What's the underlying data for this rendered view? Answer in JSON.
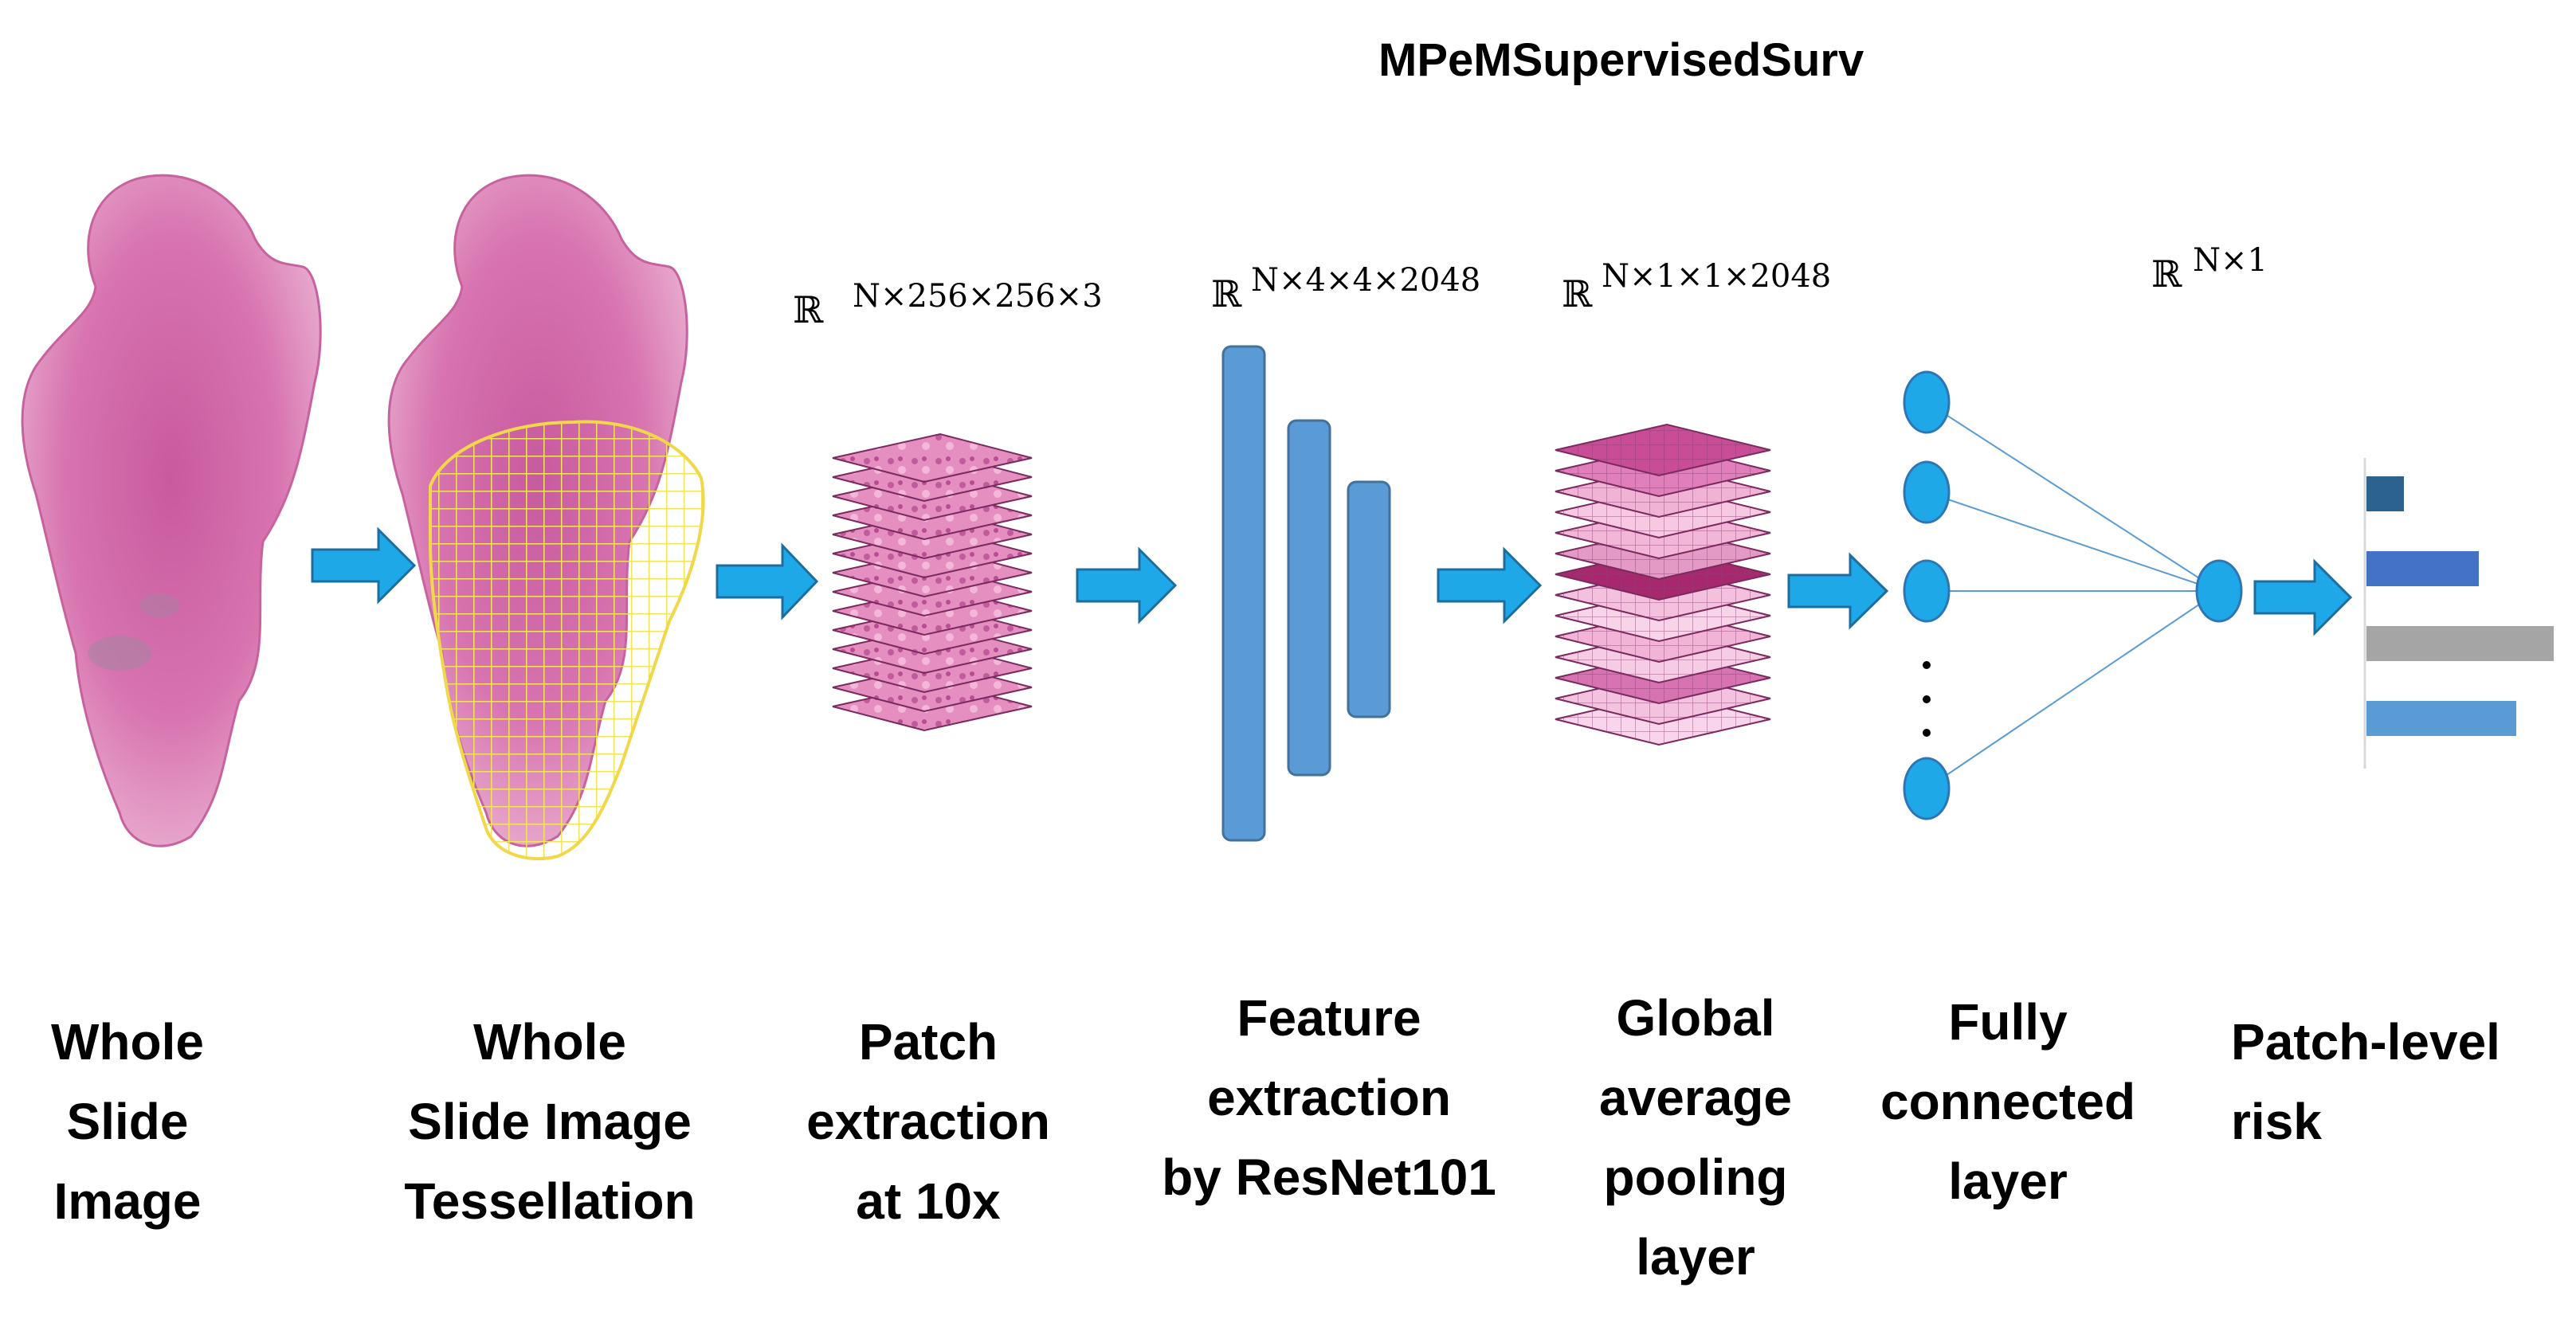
{
  "title": "MPeMSupervisedSurv",
  "dims": {
    "patches": {
      "base": "ℝ",
      "sup": "N×256×256×3"
    },
    "features": {
      "base": "ℝ",
      "sup": "N×4×4×2048"
    },
    "pooled": {
      "base": "ℝ",
      "sup": "N×1×1×2048"
    },
    "risk": {
      "base": "ℝ",
      "sup": "N×1"
    }
  },
  "captions": {
    "wsi": [
      "Whole",
      "Slide",
      "Image"
    ],
    "tessellation": [
      "Whole",
      "Slide Image",
      "Tessellation"
    ],
    "patch": [
      "Patch",
      "extraction",
      "at 10x"
    ],
    "feature": [
      "Feature",
      "extraction",
      "by ResNet101"
    ],
    "pooling": [
      "Global",
      "average",
      "pooling",
      "layer"
    ],
    "fc": [
      "Fully",
      "connected",
      "layer"
    ],
    "risk": [
      "Patch-level",
      "risk"
    ]
  },
  "chart_data": {
    "type": "bar",
    "orientation": "horizontal",
    "title": "",
    "categories": [
      "",
      "",
      "",
      ""
    ],
    "values": [
      0.2,
      0.6,
      1.0,
      0.8
    ],
    "colors": [
      "#2b6290",
      "#4472c4",
      "#a5a5a5",
      "#5b9bd5"
    ]
  },
  "colors": {
    "arrow": "#1fa8e8",
    "arrow_edge": "#1d6ea0",
    "layer_blue": "#5b9bd5",
    "layer_edge": "#41719c",
    "node": "#1fa8e8",
    "tissue": "#d96aa8",
    "grid": "#f0e060"
  }
}
